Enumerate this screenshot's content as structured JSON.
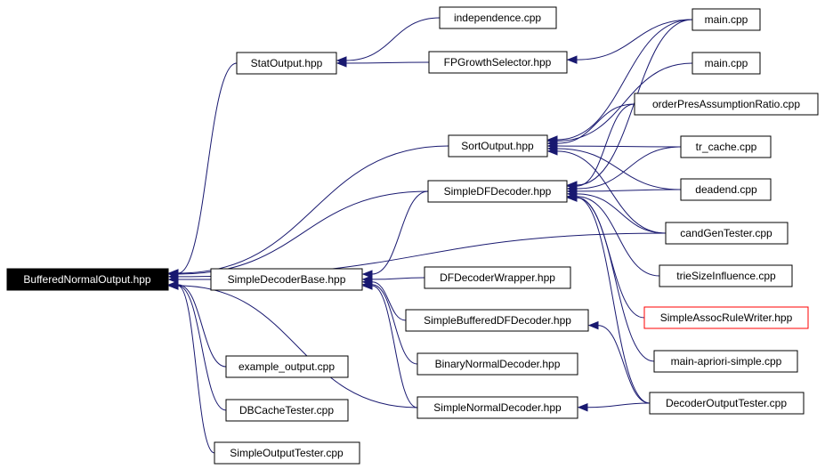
{
  "diagram": {
    "edge_color": "#191970",
    "nodes": {
      "bno": "BufferedNormalOutput.hpp",
      "stat": "StatOutput.hpp",
      "indep": "independence.cpp",
      "fpg": "FPGrowthSelector.hpp",
      "sortout": "SortOutput.hpp",
      "sdfd": "SimpleDFDecoder.hpp",
      "sdb": "SimpleDecoderBase.hpp",
      "dfdw": "DFDecoderWrapper.hpp",
      "sbdfd": "SimpleBufferedDFDecoder.hpp",
      "bnd": "BinaryNormalDecoder.hpp",
      "snd": "SimpleNormalDecoder.hpp",
      "exout": "example_output.cpp",
      "dbct": "DBCacheTester.cpp",
      "sot": "SimpleOutputTester.cpp",
      "main1": "main.cpp",
      "main2": "main.cpp",
      "opar": "orderPresAssumptionRatio.cpp",
      "trc": "tr_cache.cpp",
      "dead": "deadend.cpp",
      "cgt": "candGenTester.cpp",
      "tsi": "trieSizeInfluence.cpp",
      "sarw": "SimpleAssocRuleWriter.hpp",
      "mas": "main-apriori-simple.cpp",
      "dot": "DecoderOutputTester.cpp"
    },
    "edges": [
      [
        "stat",
        "bno"
      ],
      [
        "sortout",
        "bno"
      ],
      [
        "sdfd",
        "bno"
      ],
      [
        "sdb",
        "bno"
      ],
      [
        "cgt",
        "bno"
      ],
      [
        "exout",
        "bno"
      ],
      [
        "dbct",
        "bno"
      ],
      [
        "sot",
        "bno"
      ],
      [
        "snd",
        "bno"
      ],
      [
        "indep",
        "stat"
      ],
      [
        "fpg",
        "stat"
      ],
      [
        "main1",
        "fpg"
      ],
      [
        "main1",
        "sortout"
      ],
      [
        "main2",
        "sortout"
      ],
      [
        "opar",
        "sortout"
      ],
      [
        "trc",
        "sortout"
      ],
      [
        "dead",
        "sortout"
      ],
      [
        "cgt",
        "sortout"
      ],
      [
        "main1",
        "sdfd"
      ],
      [
        "opar",
        "sdfd"
      ],
      [
        "trc",
        "sdfd"
      ],
      [
        "dead",
        "sdfd"
      ],
      [
        "cgt",
        "sdfd"
      ],
      [
        "tsi",
        "sdfd"
      ],
      [
        "sarw",
        "sdfd"
      ],
      [
        "mas",
        "sdfd"
      ],
      [
        "dot",
        "sdfd"
      ],
      [
        "sdfd",
        "sdb"
      ],
      [
        "dfdw",
        "sdb"
      ],
      [
        "sbdfd",
        "sdb"
      ],
      [
        "bnd",
        "sdb"
      ],
      [
        "snd",
        "sdb"
      ],
      [
        "dot",
        "sbdfd"
      ],
      [
        "dot",
        "snd"
      ]
    ]
  }
}
